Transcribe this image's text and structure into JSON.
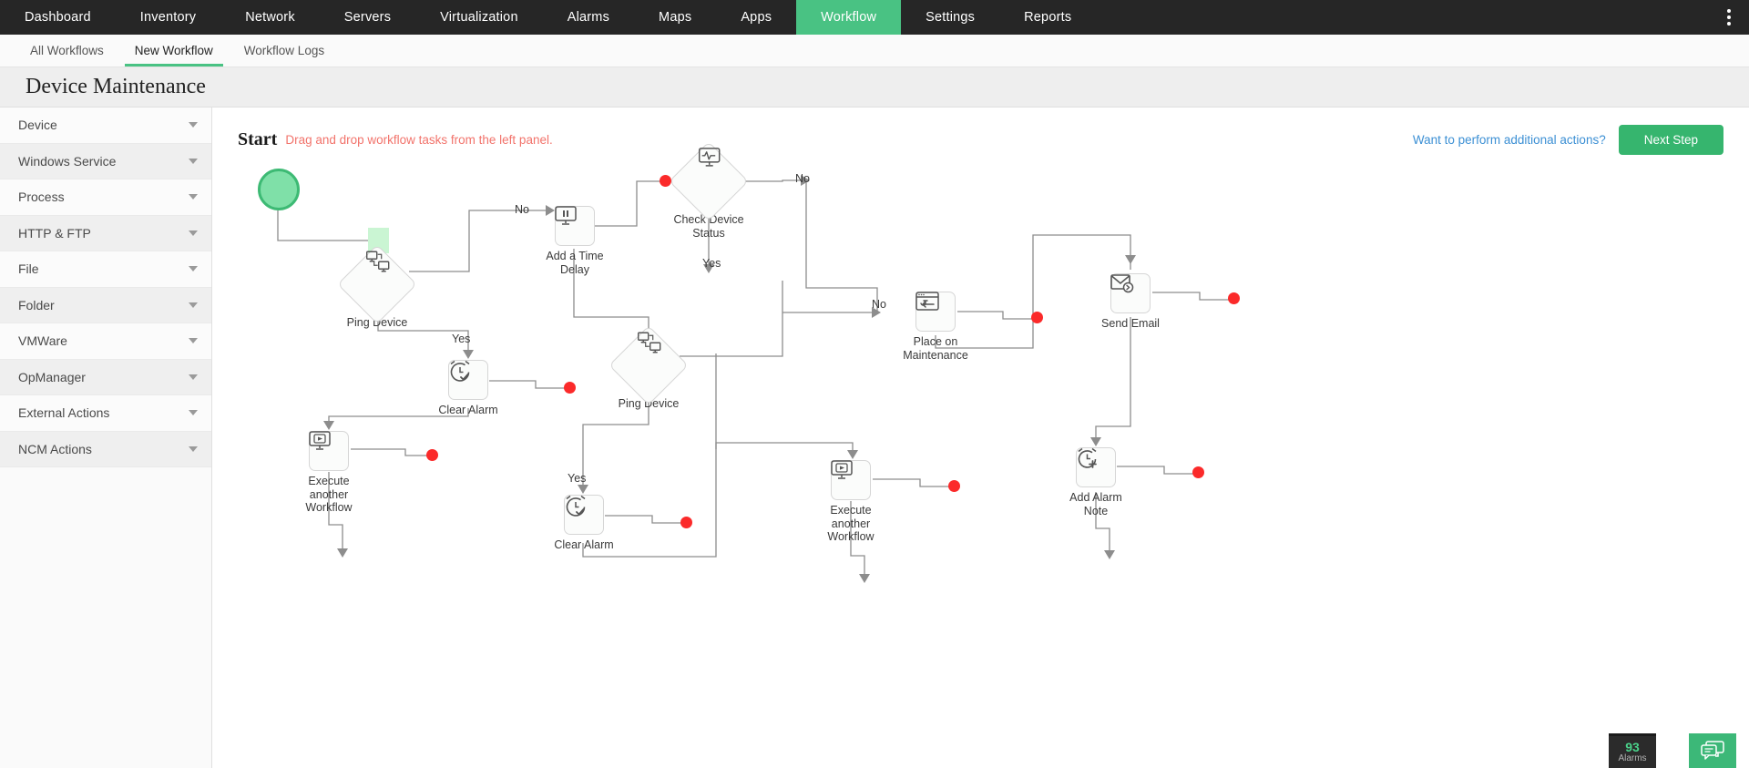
{
  "topnav": {
    "items": [
      {
        "label": "Dashboard",
        "active": false
      },
      {
        "label": "Inventory",
        "active": false
      },
      {
        "label": "Network",
        "active": false
      },
      {
        "label": "Servers",
        "active": false
      },
      {
        "label": "Virtualization",
        "active": false
      },
      {
        "label": "Alarms",
        "active": false
      },
      {
        "label": "Maps",
        "active": false
      },
      {
        "label": "Apps",
        "active": false
      },
      {
        "label": "Workflow",
        "active": true
      },
      {
        "label": "Settings",
        "active": false
      },
      {
        "label": "Reports",
        "active": false
      }
    ],
    "kebab_icon": "vertical-dots-icon",
    "active_color": "#49C283"
  },
  "subnav": {
    "items": [
      {
        "label": "All Workflows",
        "active": false
      },
      {
        "label": "New Workflow",
        "active": true
      },
      {
        "label": "Workflow Logs",
        "active": false
      }
    ]
  },
  "page": {
    "title": "Device Maintenance"
  },
  "sidebar": {
    "items": [
      {
        "label": "Device",
        "caret": "chevron-down-icon"
      },
      {
        "label": "Windows Service",
        "caret": "chevron-down-icon"
      },
      {
        "label": "Process",
        "caret": "chevron-down-icon"
      },
      {
        "label": "HTTP & FTP",
        "caret": "chevron-down-icon"
      },
      {
        "label": "File",
        "caret": "chevron-down-icon"
      },
      {
        "label": "Folder",
        "caret": "chevron-down-icon"
      },
      {
        "label": "VMWare",
        "caret": "chevron-down-icon"
      },
      {
        "label": "OpManager",
        "caret": "chevron-down-icon"
      },
      {
        "label": "External Actions",
        "caret": "chevron-down-icon"
      },
      {
        "label": "NCM Actions",
        "caret": "chevron-down-icon"
      }
    ]
  },
  "canvas": {
    "start_label": "Start",
    "start_hint": "Drag and drop workflow tasks from the left panel.",
    "additional_actions_link": "Want to perform additional actions?",
    "next_step_button": "Next Step",
    "nodes": [
      {
        "id": "ping-device-1",
        "label": "Ping Device",
        "icon": "ping-device-icon",
        "shape": "diamond"
      },
      {
        "id": "add-time-delay",
        "label": "Add a Time Delay",
        "icon": "time-delay-icon",
        "shape": "rounded"
      },
      {
        "id": "check-device-status",
        "label": "Check Device Status",
        "icon": "device-status-icon",
        "shape": "diamond"
      },
      {
        "id": "clear-alarm-1",
        "label": "Clear Alarm",
        "icon": "clear-alarm-icon",
        "shape": "rounded"
      },
      {
        "id": "execute-another-workflow-1",
        "label": "Execute another Workflow",
        "icon": "execute-workflow-icon",
        "shape": "rounded"
      },
      {
        "id": "ping-device-2",
        "label": "Ping Device",
        "icon": "ping-device-icon",
        "shape": "diamond"
      },
      {
        "id": "clear-alarm-2",
        "label": "Clear Alarm",
        "icon": "clear-alarm-icon",
        "shape": "rounded"
      },
      {
        "id": "place-on-maintenance",
        "label": "Place on Maintenance",
        "icon": "maintenance-icon",
        "shape": "rounded"
      },
      {
        "id": "execute-another-workflow-2",
        "label": "Execute another Workflow",
        "icon": "execute-workflow-icon",
        "shape": "rounded"
      },
      {
        "id": "send-email",
        "label": "Send Email",
        "icon": "send-email-icon",
        "shape": "rounded"
      },
      {
        "id": "add-alarm-note",
        "label": "Add Alarm Note",
        "icon": "add-alarm-note-icon",
        "shape": "rounded"
      }
    ],
    "edge_labels": [
      {
        "id": "e1",
        "text": "No"
      },
      {
        "id": "e2",
        "text": "No"
      },
      {
        "id": "e3",
        "text": "Yes"
      },
      {
        "id": "e4",
        "text": "Yes"
      },
      {
        "id": "e5",
        "text": "Yes"
      },
      {
        "id": "e6",
        "text": "No"
      }
    ]
  },
  "footer": {
    "alarm_count": "93",
    "alarm_caption": "Alarms",
    "chat_icon": "chat-bubbles-icon",
    "chat_color": "#3cb878"
  }
}
